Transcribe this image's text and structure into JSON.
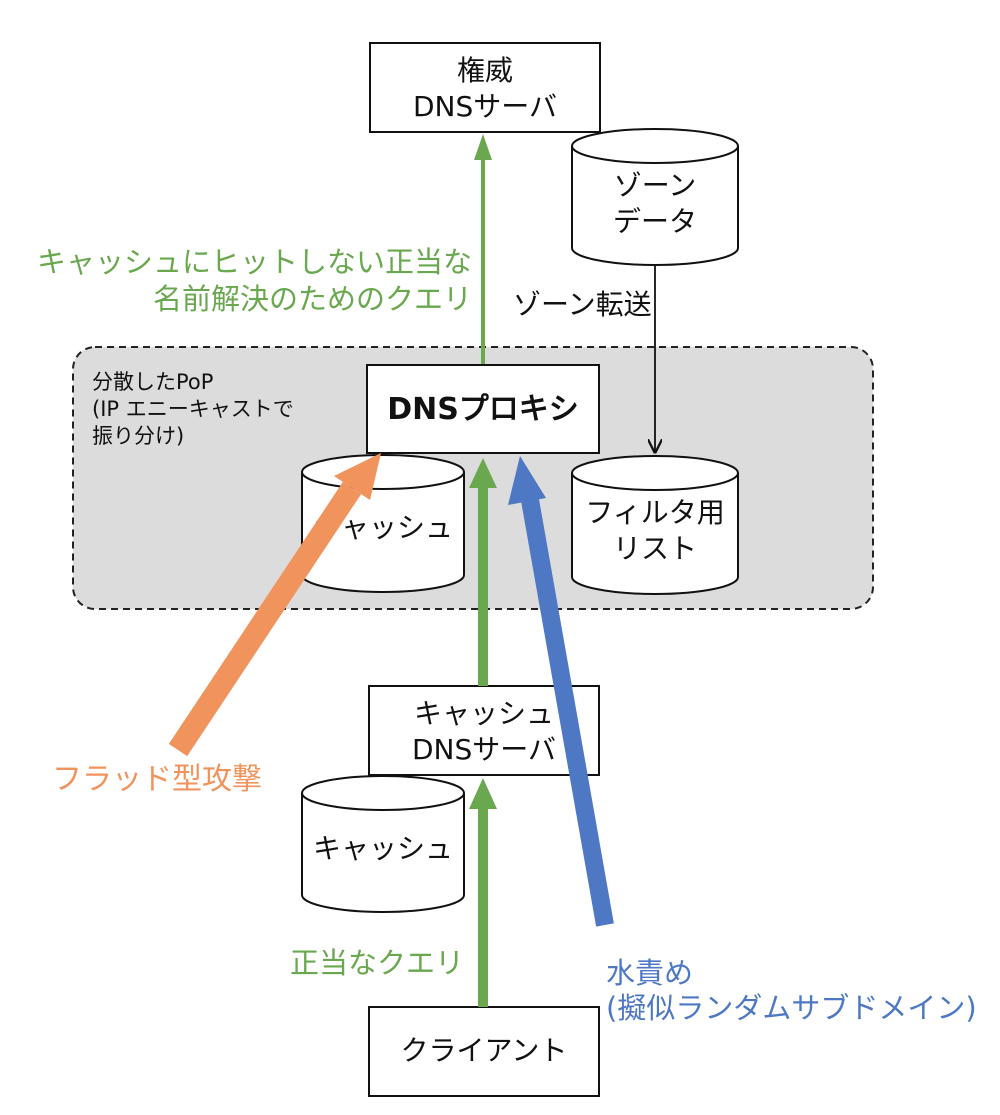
{
  "nodes": {
    "auth_dns": {
      "line1": "権威",
      "line2": "DNSサーバ"
    },
    "zone_data": {
      "line1": "ゾーン",
      "line2": "データ"
    },
    "dns_proxy": {
      "label": "DNSプロキシ"
    },
    "pop_cache": {
      "label": "キャッシュ"
    },
    "filter_list": {
      "line1": "フィルタ用",
      "line2": "リスト"
    },
    "cache_dns": {
      "line1": "キャッシュ",
      "line2": "DNSサーバ"
    },
    "resolver_cache": {
      "label": "キャッシュ"
    },
    "client": {
      "label": "クライアント"
    }
  },
  "group": {
    "line1": "分散したPoP",
    "line2": "(IP エニーキャストで",
    "line3": "振り分け)"
  },
  "edges": {
    "zone_transfer": "ゾーン転送",
    "uncached_query": {
      "line1": "キャッシュにヒットしない正当な",
      "line2": "名前解決のためのクエリ"
    },
    "legit_query": "正当なクエリ",
    "flood_attack": "フラッド型攻撃",
    "water_torture": {
      "line1": "水責め",
      "line2": "(擬似ランダムサブドメイン)"
    }
  },
  "colors": {
    "green": "#6aa84f",
    "orange": "#f0935c",
    "blue": "#4f78c4",
    "pop_fill": "#dcdcdc",
    "stroke": "#111111"
  }
}
